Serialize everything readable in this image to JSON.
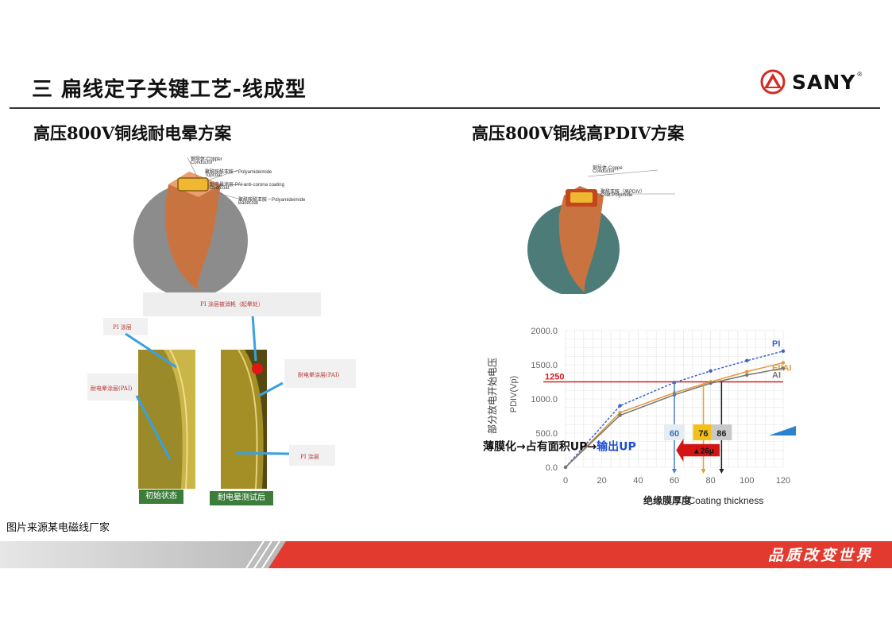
{
  "header": {
    "title": "三 扁线定子关键工艺-线成型",
    "logo_text": "SANY",
    "logo_mark": "®"
  },
  "left": {
    "subtitle": "高压800V铜线耐电晕方案",
    "wire_labels": [
      "铜导体-Copper",
      "Conductor",
      "聚酰胺酰亚胺－Polyamideimide",
      "Topcoat",
      "耐电晕涂层-PAI anti-corona coating",
      "Overcoat",
      "聚酰胺酰亚胺－Polyamideimide",
      "Basecoat"
    ],
    "photo": {
      "pi_consumed": "PI 涂层被消耗（起晕处）",
      "pi_layer_1": "PI 涂层",
      "pai_layer_left": "耐电晕涂层(PAI)",
      "pai_layer_right": "耐电晕涂层(PAI)",
      "pi_layer_2": "PI 涂层",
      "caption_initial": "初始状态",
      "caption_tested": "耐电晕测试后"
    }
  },
  "right": {
    "subtitle": "高压800V铜线高PDIV方案",
    "wire_labels": [
      "铜导体-Coppe",
      "Conductor",
      "聚酰亚胺（高PDIV）",
      "Coat:Polyimide"
    ]
  },
  "chart_data": {
    "type": "line",
    "xlabel_cn": "绝缘膜厚度",
    "xlabel_en": "Coating thickness",
    "ylabel_cn": "部分放电开始电压",
    "ylabel_en": "PDIV(Vp)",
    "xlim": [
      0,
      120
    ],
    "ylim": [
      0,
      2000
    ],
    "x_ticks": [
      "0",
      "20",
      "40",
      "60",
      "80",
      "100",
      "120"
    ],
    "y_ticks": [
      "0.0",
      "500.0",
      "1000.0",
      "1500.0",
      "2000.0"
    ],
    "series": [
      {
        "name": "PI",
        "color": "#3b62c6",
        "x": [
          0,
          30,
          60,
          80,
          100,
          120
        ],
        "y": [
          0,
          900,
          1240,
          1410,
          1560,
          1700
        ]
      },
      {
        "name": "EI/AI",
        "color": "#e39a3c",
        "x": [
          0,
          30,
          60,
          80,
          100,
          120
        ],
        "y": [
          0,
          800,
          1090,
          1250,
          1400,
          1530
        ]
      },
      {
        "name": "AI",
        "color": "#777777",
        "x": [
          0,
          30,
          60,
          80,
          100,
          120
        ],
        "y": [
          0,
          760,
          1060,
          1230,
          1350,
          1450
        ]
      }
    ],
    "threshold": {
      "value": 1250,
      "label": "1250",
      "color": "#d12020"
    },
    "markers": [
      {
        "x": 60,
        "label": "60",
        "color": "#4a7fc0",
        "box": "#e7ecf2"
      },
      {
        "x": 76,
        "label": "76",
        "color": "#e8a01a",
        "box": "#f2c018"
      },
      {
        "x": 86,
        "label": "86",
        "color": "#222222",
        "box": "#c9c9c9"
      }
    ],
    "arrow_label": "26μ",
    "annotation": {
      "part1": "薄膜化→占有面积UP→",
      "part2": "输出UP"
    }
  },
  "footer": {
    "source_note": "图片来源某电磁线厂家",
    "slogan": "品质改变世界",
    "band_color": "#e23a2e"
  }
}
